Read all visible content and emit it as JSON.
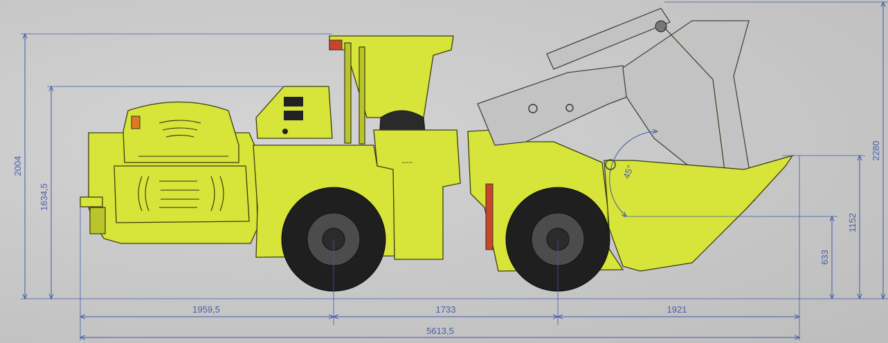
{
  "diagram": {
    "colors": {
      "machine_body": "#d7e43a",
      "bucket_arm": "#c3c3c3",
      "tire": "#1f1f1f",
      "dimension_lines": "#3f5aa8",
      "background": "#c9c9c9"
    },
    "dimensions": {
      "overall_height": "2004",
      "body_height": "1634,5",
      "raised_bucket_height": "2280",
      "bucket_pin_height": "1152",
      "ground_clearance_bucket": "633",
      "rear_overhang": "1959,5",
      "wheelbase": "1733",
      "front_overhang": "1921",
      "overall_length": "5613,5",
      "dump_angle": "45°"
    }
  }
}
